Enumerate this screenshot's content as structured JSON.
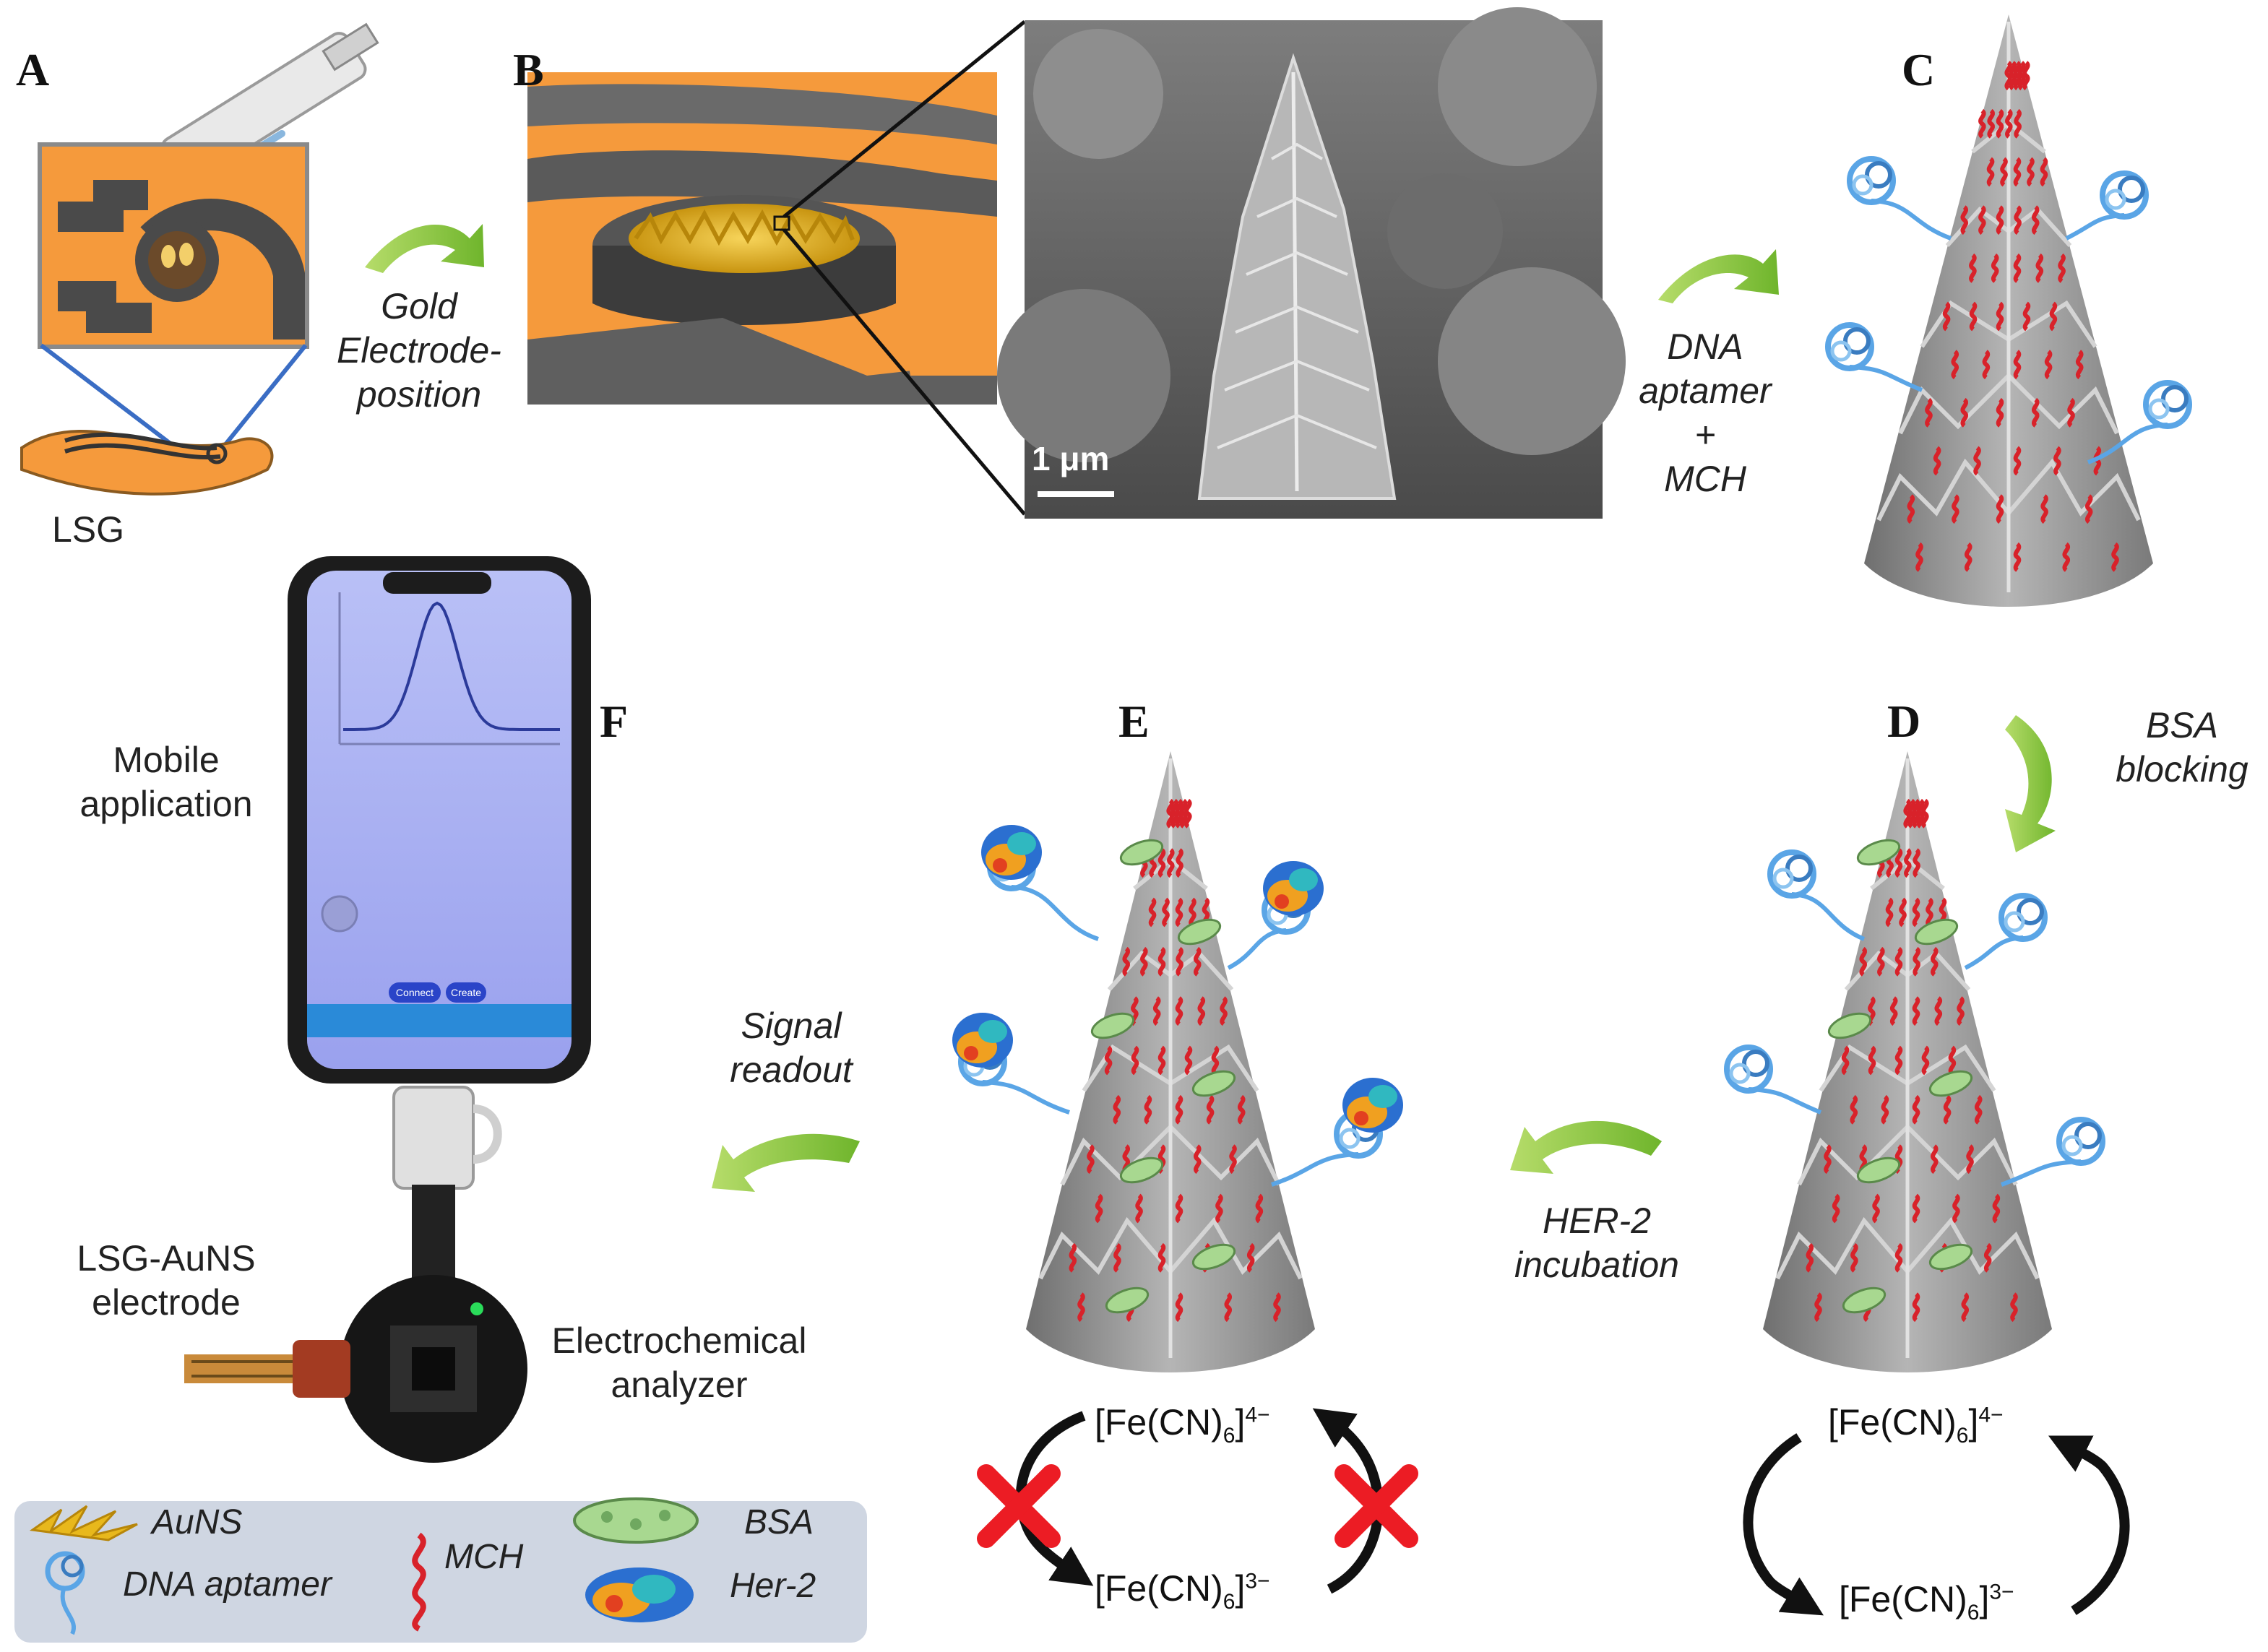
{
  "panels": {
    "a": "A",
    "b": "B",
    "c": "C",
    "d": "D",
    "e": "E",
    "f": "F"
  },
  "labels": {
    "lsg": "LSG",
    "gold_1": "Gold",
    "gold_2": "Electrode-",
    "gold_3": "position",
    "dna_1": "DNA",
    "dna_2": "aptamer",
    "dna_3": "+",
    "dna_4": "MCH",
    "bsa_1": "BSA",
    "bsa_2": "blocking",
    "her_1": "HER-2",
    "her_2": "incubation",
    "signal_1": "Signal",
    "signal_2": "readout",
    "mobile_1": "Mobile",
    "mobile_2": "application",
    "electrode_1": "LSG-AuNS",
    "electrode_2": "electrode",
    "analyzer_1": "Electrochemical",
    "analyzer_2": "analyzer",
    "scale_bar": "1 μm"
  },
  "redox": {
    "left_top": {
      "base": "[Fe(CN)",
      "sub": "6",
      "tail": "]",
      "sup": "4−"
    },
    "left_bottom": {
      "base": "[Fe(CN)",
      "sub": "6",
      "tail": "]",
      "sup": "3−"
    },
    "right_top": {
      "base": "[Fe(CN)",
      "sub": "6",
      "tail": "]",
      "sup": "4−"
    },
    "right_bottom": {
      "base": "[Fe(CN)",
      "sub": "6",
      "tail": "]",
      "sup": "3−"
    }
  },
  "phone": {
    "btn_1": "Connect",
    "btn_2": "Create"
  },
  "legend": {
    "auns": "AuNS",
    "dna": "DNA aptamer",
    "mch": "MCH",
    "bsa": "BSA",
    "her": "Her-2"
  },
  "colors": {
    "orange": "#f59a3c",
    "dark_electrode": "#4a4a4a",
    "gold": "#e8b81c",
    "green_arrow": "#8cc63f",
    "aptamer_blue": "#5aa5e6",
    "mch_red": "#d8222a",
    "bsa_green": "#a8d890",
    "cross_red": "#ec1c24",
    "phone_screen": "#a7aef2",
    "legend_bg": "#cfd6e2"
  }
}
